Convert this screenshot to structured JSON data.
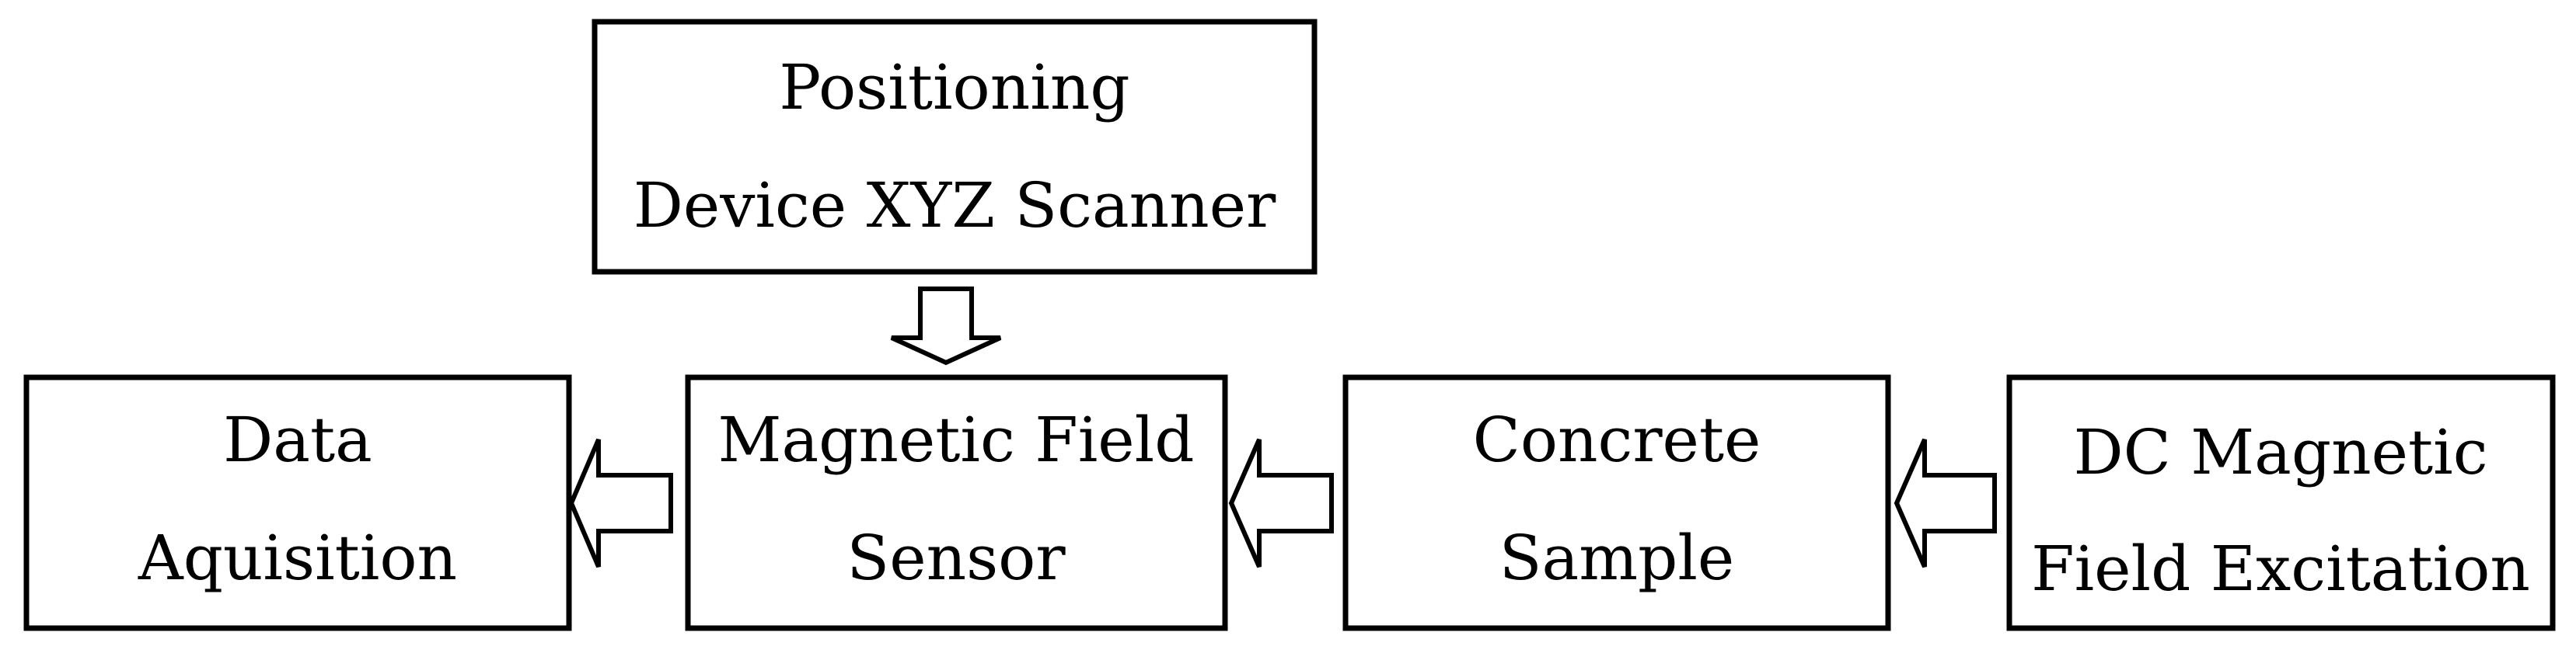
{
  "nodes": {
    "positioning": {
      "line1": "Positioning",
      "line2": "Device XYZ Scanner"
    },
    "data_acquisition": {
      "line1": "Data",
      "line2": "Aquisition"
    },
    "sensor": {
      "line1": "Magnetic Field",
      "line2": "Sensor"
    },
    "sample": {
      "line1": "Concrete",
      "line2": "Sample"
    },
    "excitation": {
      "line1": "DC Magnetic",
      "line2": "Field Excitation"
    }
  }
}
